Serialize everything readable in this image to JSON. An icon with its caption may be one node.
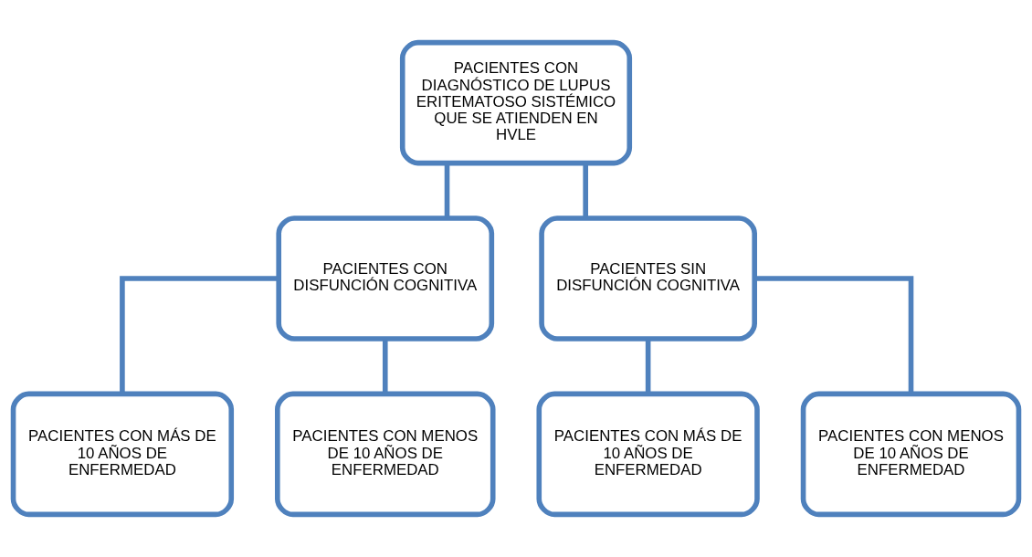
{
  "diagram": {
    "nodes": [
      {
        "text": [
          "PACIENTES CON DIAGNÓSTICO DE LUPUS ERITEMATOSO SISTÉMICO QUE SE ATIENDEN EN HVLE"
        ]
      },
      {
        "text": [
          "PACIENTES CON DISFUNCIÓN COGNITIVA"
        ]
      },
      {
        "text": [
          "PACIENTES SIN DISFUNCIÓN COGNITIVA"
        ]
      },
      {
        "text": [
          "PACIENTES CON MÁS DE 10 AÑOS DE ENFERMEDAD"
        ]
      },
      {
        "text": [
          "PACIENTES CON MENOS DE 10 AÑOS DE ENFERMEDAD"
        ]
      },
      {
        "text": [
          "PACIENTES CON MÁS DE 10 AÑOS DE ENFERMEDAD"
        ]
      },
      {
        "text": [
          "PACIENTES CON MENOS DE 10 AÑOS DE ENFERMEDAD"
        ]
      }
    ],
    "edges": [
      {
        "from": 0,
        "to": 1,
        "arrow": "none"
      },
      {
        "from": 0,
        "to": 2,
        "arrow": "none"
      },
      {
        "from": 1,
        "to": 3,
        "arrow": "none"
      },
      {
        "from": 1,
        "to": 4,
        "arrow": "none"
      },
      {
        "from": 2,
        "to": 5,
        "arrow": "none"
      },
      {
        "from": 2,
        "to": 6,
        "arrow": "none"
      }
    ]
  }
}
